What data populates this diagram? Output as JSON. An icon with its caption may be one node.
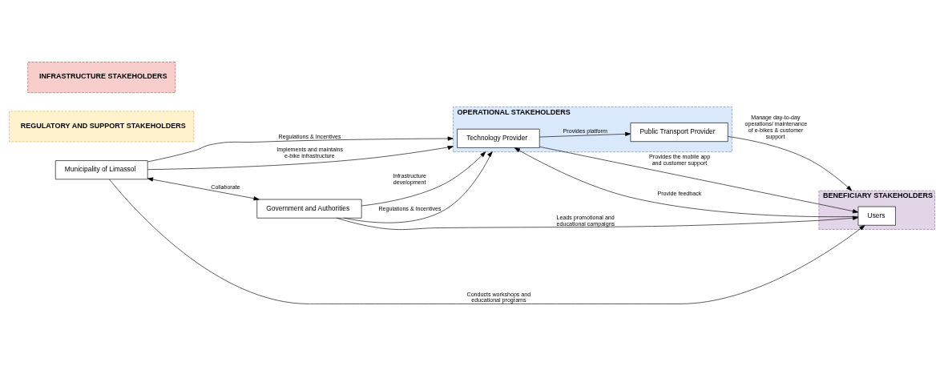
{
  "diagram": {
    "nodes": [
      {
        "text": [
          "OPERATIONAL STAKEHOLDERS"
        ]
      },
      {
        "text": [
          "Public Transport Provider"
        ],
        "in": 0
      },
      {
        "text": [
          "Technology Provider"
        ],
        "in": 0
      },
      {
        "text": [
          "REGULATORY AND SUPPORT STAKEHOLDERS"
        ]
      },
      {
        "text": [
          "INFRASTRUCTURE STAKEHOLDERS"
        ]
      },
      {
        "text": [
          "Municipality of Limassol"
        ]
      },
      {
        "text": [
          "Government and Authorities"
        ]
      },
      {
        "text": [
          "BENEFICIARY STAKEHOLDERS"
        ]
      },
      {
        "text": [
          "Users"
        ],
        "in": 7
      }
    ],
    "edges": [
      {
        "from": 2,
        "to": 1,
        "arrow": "to",
        "label": "Provides platform"
      },
      {
        "from": 6,
        "to": 0,
        "arrow": "to",
        "label": "Infrastructure development"
      },
      {
        "from": 5,
        "to": 0,
        "arrow": "to",
        "label": "Regulations & Incentives"
      },
      {
        "from": 5,
        "to": 8,
        "arrow": "to",
        "label": "Conducts workshops and educational programs"
      },
      {
        "from": 5,
        "to": 6,
        "arrow": "both",
        "label": "Collaborate"
      },
      {
        "from": 6,
        "to": 0,
        "arrow": "to",
        "label": "Regulations & Incentives"
      },
      {
        "from": 5,
        "to": 0,
        "arrow": "to",
        "label": "Implements and maintains e-bike infrastructure"
      },
      {
        "from": 6,
        "to": 8,
        "arrow": "to",
        "label": "Leads promotional and educational campaigns"
      },
      {
        "from": 2,
        "to": 8,
        "arrow": "to",
        "label": "Provides the mobile app and customer support"
      },
      {
        "from": 8,
        "to": 2,
        "arrow": "to",
        "label": "Provide feedback"
      },
      {
        "from": 1,
        "to": 7,
        "arrow": "to",
        "label": "Manage day-to-day operations/ maintenance of e-bikes & customer support"
      }
    ]
  }
}
